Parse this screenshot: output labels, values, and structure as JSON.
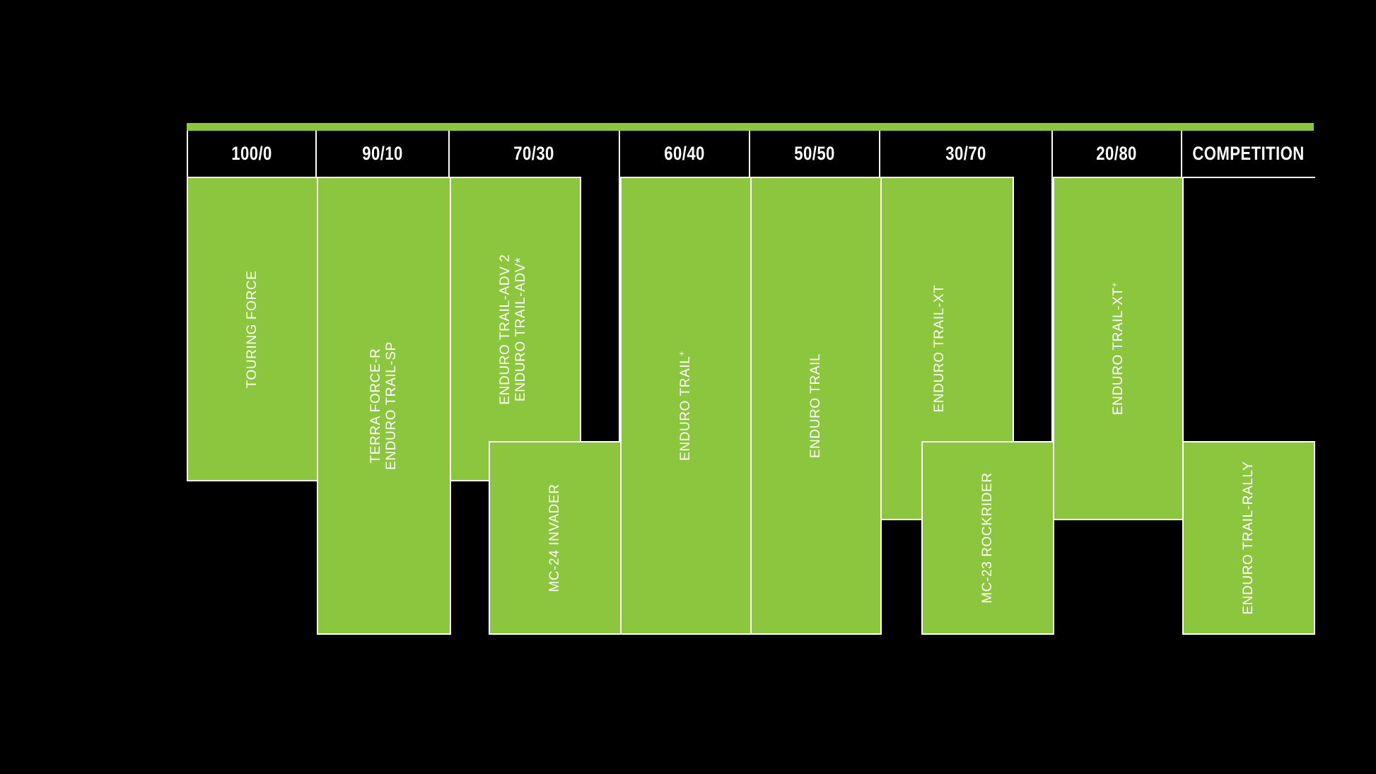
{
  "chart_data": {
    "type": "bar",
    "title": "",
    "xlabel": "",
    "ylabel": "",
    "grid": false,
    "legend": "none",
    "categories": [
      "100/0",
      "90/10",
      "70/30",
      "60/40",
      "50/50",
      "30/70",
      "20/80",
      "COMPETITION"
    ],
    "series": [
      {
        "name": "TOURING FORCE",
        "categories": [
          "100/0"
        ],
        "label": "TOURING FORCE",
        "top": 0,
        "bottom": 66
      },
      {
        "name": "TERRA FORCE-R / ENDURO TRAIL-SP",
        "categories": [
          "90/10"
        ],
        "label_line1": "TERRA FORCE-R",
        "label_line2": "ENDURO TRAIL-SP",
        "top": 0,
        "bottom": 100
      },
      {
        "name": "ENDURO TRAIL-ADV 2 / ENDURO TRAIL-ADV*",
        "categories": [
          "70/30"
        ],
        "label_line1": "ENDURO TRAIL-ADV 2",
        "label_line2": "ENDURO TRAIL-ADV*",
        "top": 0,
        "bottom": 66
      },
      {
        "name": "MC-24 INVADER",
        "categories": [
          "70/30",
          "60/40"
        ],
        "label": "MC-24 INVADER",
        "top": 58,
        "bottom": 100
      },
      {
        "name": "ENDURO TRAIL+",
        "categories": [
          "60/40"
        ],
        "label": "ENDURO TRAIL",
        "superscript": "+",
        "top": 0,
        "bottom": 100
      },
      {
        "name": "ENDURO TRAIL",
        "categories": [
          "50/50"
        ],
        "label": "ENDURO TRAIL",
        "top": 0,
        "bottom": 100
      },
      {
        "name": "ENDURO TRAIL-XT",
        "categories": [
          "30/70"
        ],
        "label": "ENDURO TRAIL-XT",
        "top": 0,
        "bottom": 75
      },
      {
        "name": "MC-23 ROCKRIDER",
        "categories": [
          "30/70",
          "20/80"
        ],
        "label": "MC-23 ROCKRIDER",
        "top": 58,
        "bottom": 100
      },
      {
        "name": "ENDURO TRAIL-XT+",
        "categories": [
          "20/80"
        ],
        "label": "ENDURO TRAIL-XT",
        "superscript": "+",
        "top": 0,
        "bottom": 75
      },
      {
        "name": "ENDURO TRAIL-RALLY",
        "categories": [
          "COMPETITION"
        ],
        "label": "ENDURO TRAIL-RALLY",
        "top": 58,
        "bottom": 100
      }
    ]
  },
  "colors": {
    "background": "#000000",
    "accent_green": "#8cc63f",
    "outline": "#ffffff",
    "text": "#ffffff"
  },
  "header": {
    "columns": [
      {
        "label": "100/0"
      },
      {
        "label": "90/10"
      },
      {
        "label": "70/30"
      },
      {
        "label": "60/40"
      },
      {
        "label": "50/50"
      },
      {
        "label": "30/70"
      },
      {
        "label": "20/80"
      },
      {
        "label": "COMPETITION"
      }
    ]
  },
  "bars": {
    "touring_force": {
      "label": "TOURING FORCE"
    },
    "terra_force_r": {
      "line1": "TERRA FORCE-R",
      "line2": "ENDURO TRAIL-SP"
    },
    "enduro_trail_adv": {
      "line1": "ENDURO TRAIL-ADV 2",
      "line2": "ENDURO TRAIL-ADV*"
    },
    "mc24_invader": {
      "label": "MC-24 INVADER"
    },
    "enduro_trail_plus": {
      "label": "ENDURO TRAIL",
      "sup": "+"
    },
    "enduro_trail": {
      "label": "ENDURO TRAIL"
    },
    "enduro_trail_xt": {
      "label": "ENDURO TRAIL-XT"
    },
    "mc23_rockrider": {
      "label": "MC-23 ROCKRIDER"
    },
    "enduro_trail_xt_plus": {
      "label": "ENDURO TRAIL-XT",
      "sup": "+"
    },
    "enduro_trail_rally": {
      "label": "ENDURO TRAIL-RALLY"
    }
  }
}
